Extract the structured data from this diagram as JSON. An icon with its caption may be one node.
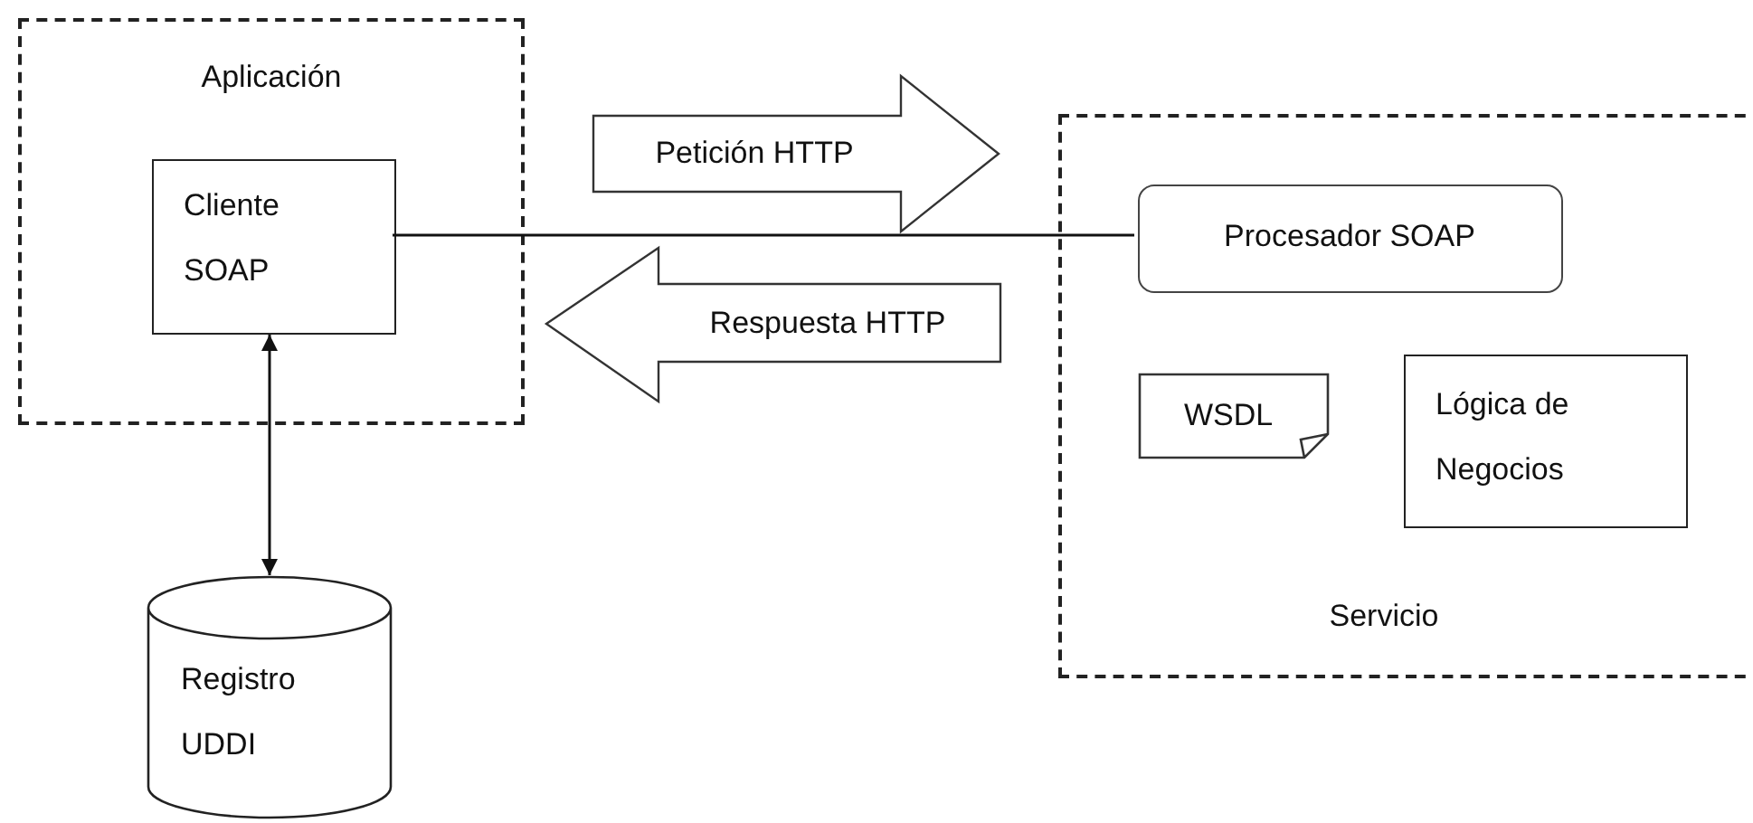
{
  "diagram": {
    "nodes": [
      {
        "text": [
          "Aplicación"
        ]
      },
      {
        "text": [
          "Cliente SOAP"
        ],
        "in": 0
      },
      {
        "text": [
          "Petición HTTP"
        ]
      },
      {
        "text": [
          "Respuesta HTTP"
        ]
      },
      {
        "text": [
          "Registro UDDI"
        ]
      },
      {
        "text": [
          "Servicio"
        ]
      },
      {
        "text": [
          "Procesador SOAP"
        ],
        "in": 5
      },
      {
        "text": [
          "WSDL"
        ],
        "in": 5
      },
      {
        "text": [
          "Lógica de Negocios"
        ],
        "in": 5
      }
    ],
    "edges": [
      {
        "from": 1,
        "to": 6,
        "arrow": "none"
      },
      {
        "from": 1,
        "to": 4,
        "arrow": "both"
      }
    ]
  }
}
